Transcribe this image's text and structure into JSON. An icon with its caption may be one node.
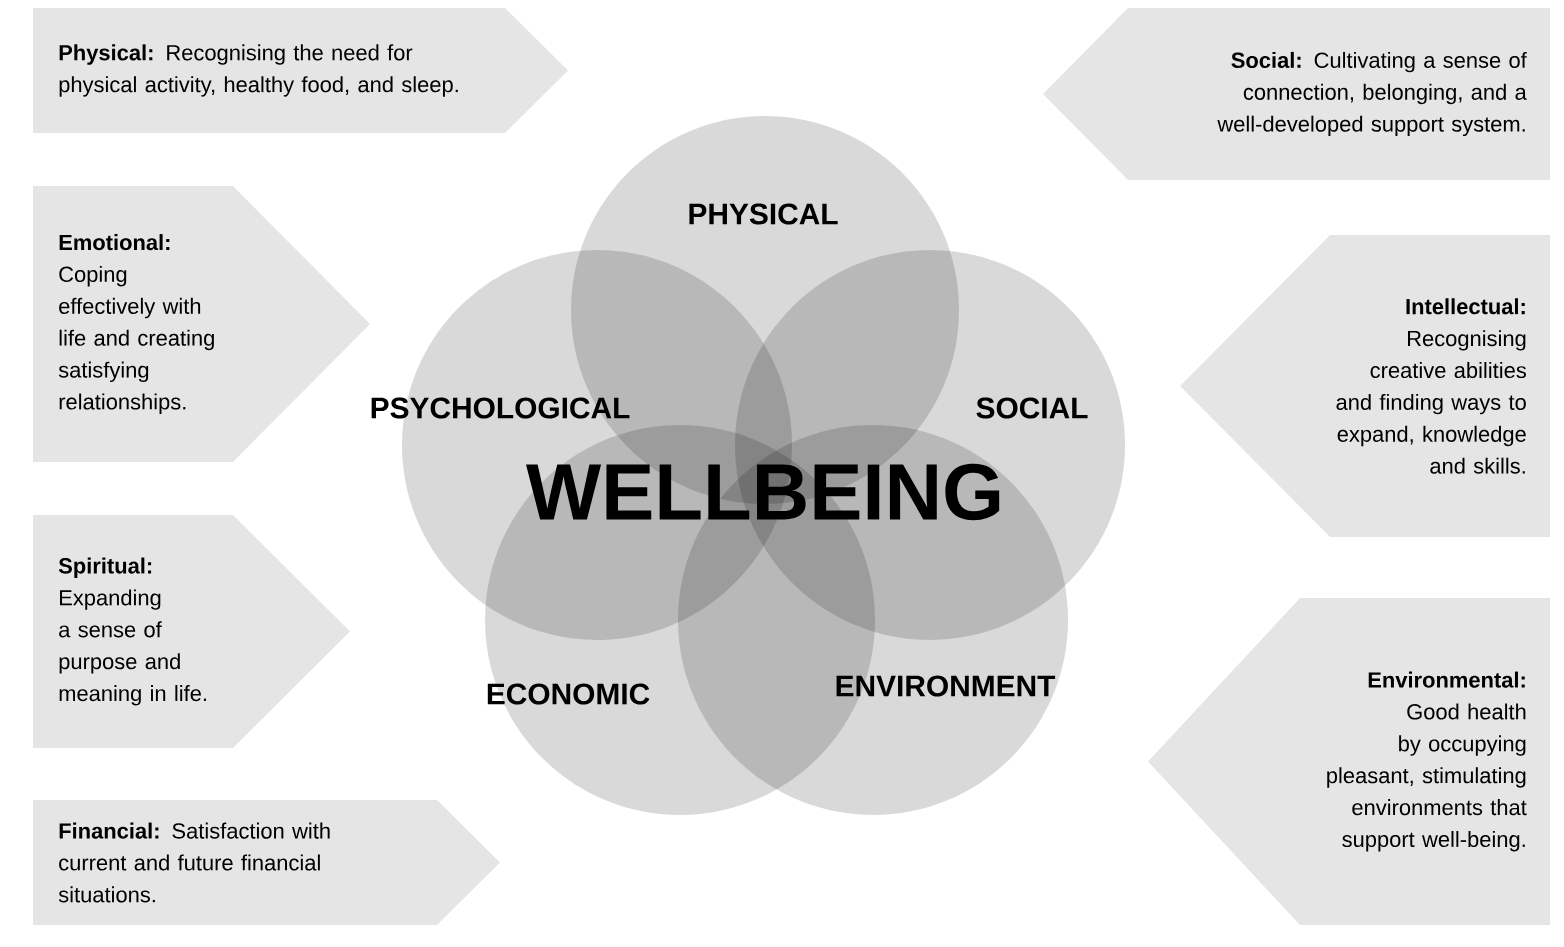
{
  "diagram": {
    "nodes": [
      {
        "text": [
          "**Physical:** Recognising the need for physical activity, healthy food, and sleep."
        ]
      },
      {
        "text": [
          "Emotional:",
          "Coping effectively with life and creating satisfying relationships."
        ]
      },
      {
        "text": [
          "Spiritual:",
          "Expanding a sense of purpose and meaning in life."
        ]
      },
      {
        "text": [
          "**Financial:** Satisfaction with current and future financial situations."
        ]
      },
      {
        "text": [
          "**Social:** Cultivating a sense of connection, belonging, and a well-developed support system."
        ]
      },
      {
        "text": [
          "Intellectual:",
          "Recognising creative abilities and finding ways to expand, knowledge and skills."
        ]
      },
      {
        "text": [
          "Environmental:",
          "Good health by occupying pleasant, stimulating environments that support well-being."
        ]
      },
      {
        "text": [
          "PHYSICAL"
        ]
      },
      {
        "text": [
          "PSYCHOLOGICAL"
        ]
      },
      {
        "text": [
          "SOCIAL"
        ]
      },
      {
        "text": [
          "ECONOMIC"
        ]
      },
      {
        "text": [
          "ENVIRONMENT"
        ]
      }
    ],
    "labels": [
      "WELLBEING"
    ]
  }
}
